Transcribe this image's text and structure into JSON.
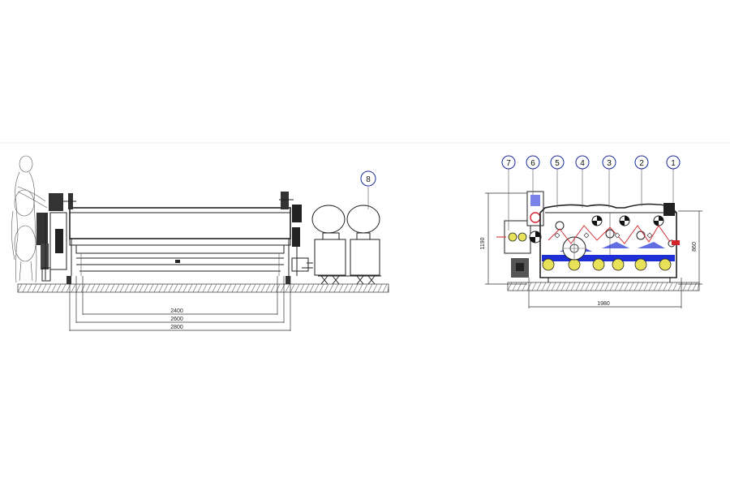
{
  "colors": {
    "line": "#222222",
    "callout_ring": "#1a2a9a",
    "liquor_blue": "#1f2fd6",
    "liquor_yellow": "#e8e25a",
    "fabric_red": "#d2232a",
    "ground": "#777777"
  },
  "side_view": {
    "callout": "8",
    "dimensions": [
      "2400",
      "2600",
      "2800"
    ]
  },
  "front_view": {
    "callouts": [
      "7",
      "6",
      "5",
      "4",
      "3",
      "2",
      "1"
    ],
    "dimensions": {
      "width": "1980",
      "height_left": "1190",
      "height_right": "860"
    }
  }
}
